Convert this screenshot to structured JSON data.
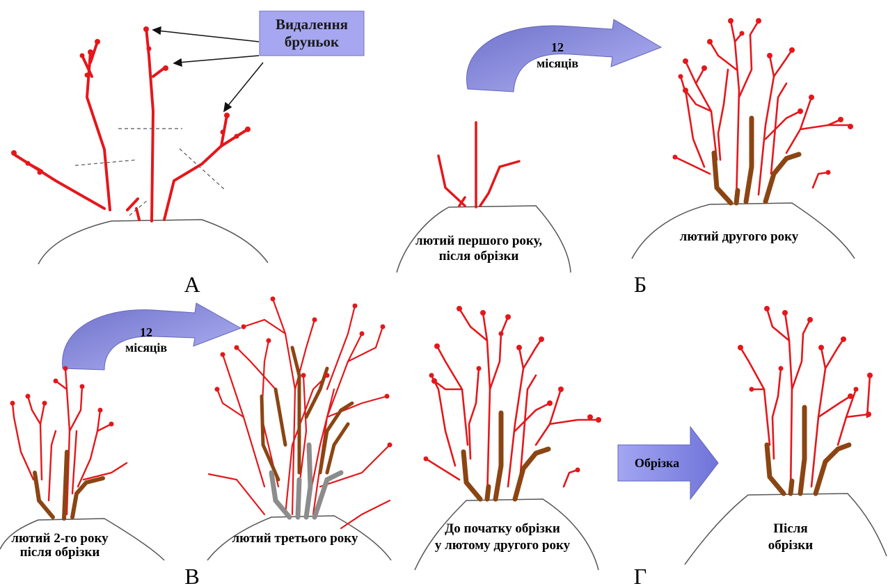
{
  "panels": {
    "a": {
      "letter": "А",
      "callout": [
        "Видалення",
        "бруньок"
      ]
    },
    "b": {
      "letter": "Б",
      "arrow_label": [
        "12",
        "місяців"
      ],
      "left_caption": [
        "лютий першого року,",
        "після обрізки"
      ],
      "right_caption": [
        "лютий другого року"
      ]
    },
    "v": {
      "letter": "В",
      "arrow_label": [
        "12",
        "місяців"
      ],
      "left_caption": [
        "лютий 2-го року",
        "після обрізки"
      ],
      "right_caption": [
        "лютий третього року"
      ]
    },
    "g": {
      "letter": "Г",
      "left_caption": [
        "До початку обрізки",
        "у лютому другого року"
      ],
      "arrow_label": "Обрізка",
      "right_caption": [
        "Після",
        "обрізки"
      ]
    }
  },
  "colors": {
    "young_shoot": "#e4171b",
    "old_wood": "#8b4513",
    "oldest_wood": "#8c8c8c",
    "arrow_fill": "#8c8fe6",
    "callout_fill": "#a6a7f0",
    "ground": "#555555"
  }
}
